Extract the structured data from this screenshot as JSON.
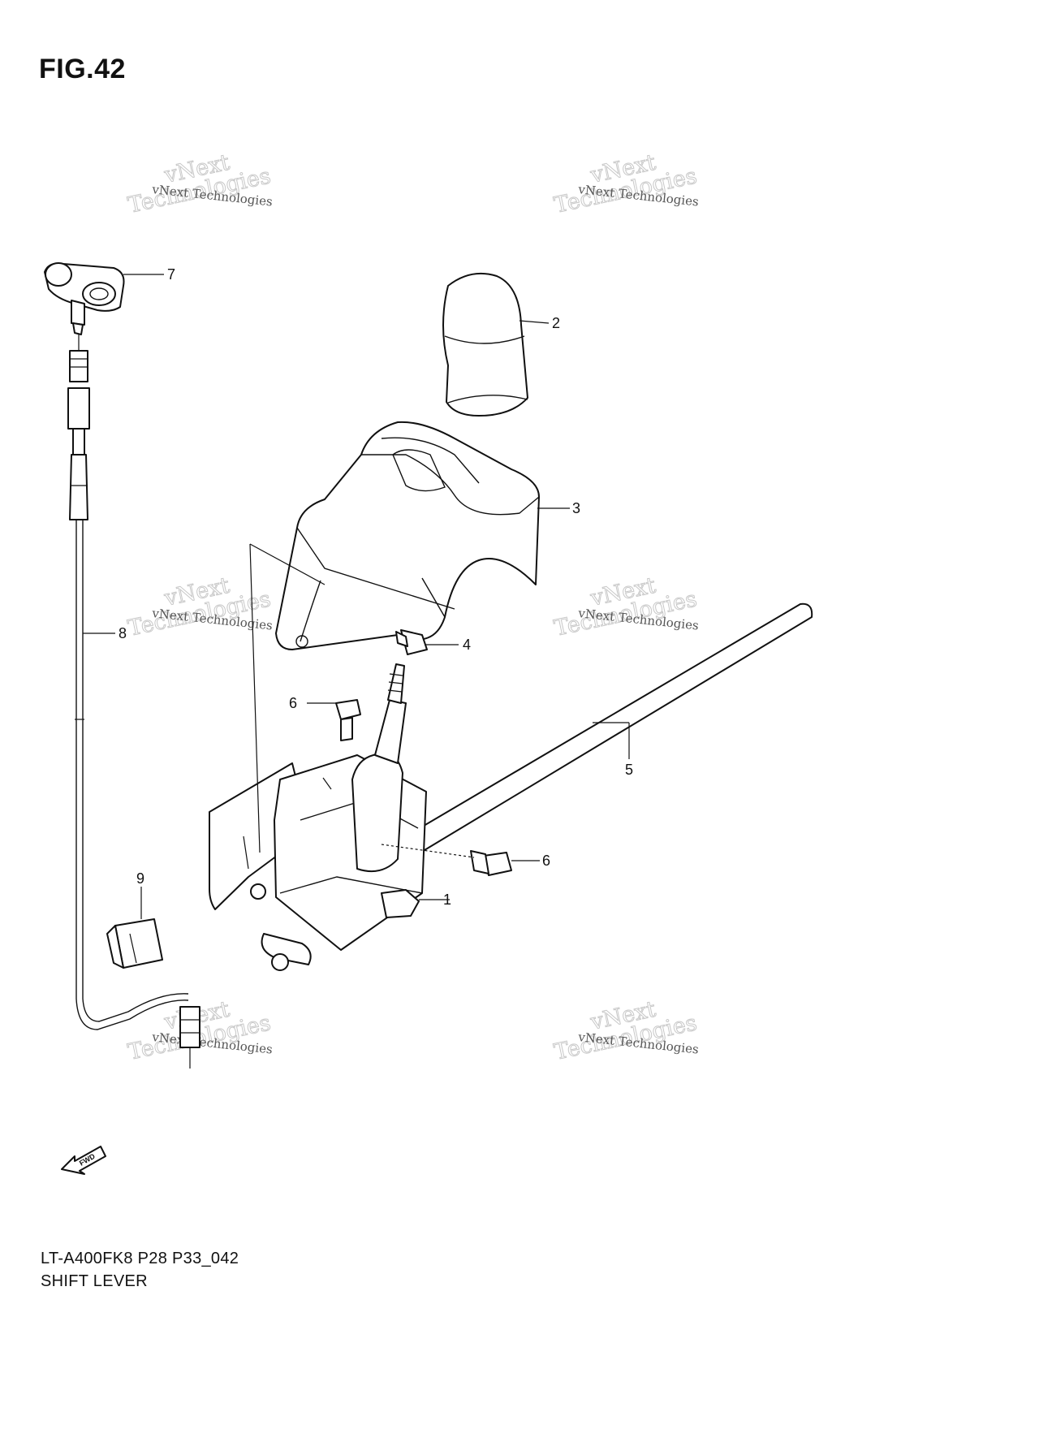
{
  "figure": {
    "title": "FIG.42",
    "model_code": "LT-A400FK8 P28 P33_042",
    "caption": "SHIFT LEVER"
  },
  "watermark": {
    "line_small": "vNext Technologies",
    "line_big_1": "vNext",
    "line_big_2": "Technologies"
  },
  "callouts": [
    {
      "id": "1",
      "label": "1"
    },
    {
      "id": "2",
      "label": "2"
    },
    {
      "id": "3",
      "label": "3"
    },
    {
      "id": "4",
      "label": "4"
    },
    {
      "id": "5",
      "label": "5"
    },
    {
      "id": "6a",
      "label": "6"
    },
    {
      "id": "6b",
      "label": "6"
    },
    {
      "id": "7",
      "label": "7"
    },
    {
      "id": "8",
      "label": "8"
    },
    {
      "id": "9",
      "label": "9"
    }
  ],
  "fwd_arrow": {
    "label": "FWD"
  },
  "colors": {
    "ink": "#111111",
    "watermark": "#c8c8c8",
    "background": "#ffffff"
  }
}
